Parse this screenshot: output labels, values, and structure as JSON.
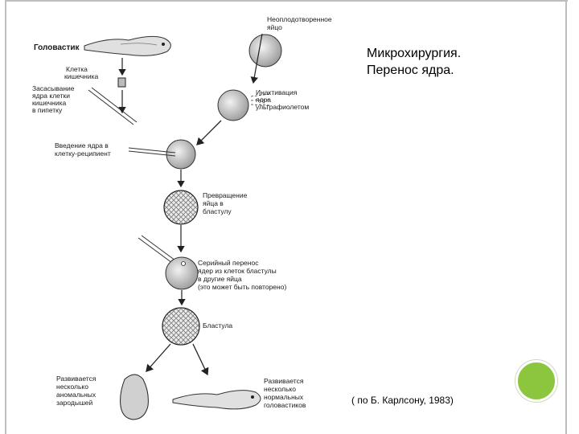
{
  "title": {
    "line1": "Микрохирургия.",
    "line2": "Перенос ядра."
  },
  "citation": "( по Б. Карлсону, 1983)",
  "diagram_labels": {
    "tadpole": "Головастик",
    "unfertilized_egg_1": "Неоплодотворенное",
    "unfertilized_egg_2": "яйцо",
    "gut_cell_1": "Клетка",
    "gut_cell_2": "кишечника",
    "suction_1": "Засасывание",
    "suction_2": "ядра клетки",
    "suction_3": "кишечника",
    "suction_4": "в пипетку",
    "inactivation_1": "Инактивация",
    "inactivation_2": "ядра",
    "inactivation_3": "ультрафиолетом",
    "injection_1": "Введение ядра в",
    "injection_2": "клетку-реципиент",
    "to_blastula_1": "Превращение",
    "to_blastula_2": "яйца в",
    "to_blastula_3": "бластулу",
    "serial_1": "Серийный перенос",
    "serial_2": "ядер из клеток бластулы",
    "serial_3": "в другие яйца",
    "serial_4": "(это может быть повторено)",
    "blastula": "Бластула",
    "abnormal_1": "Развивается",
    "abnormal_2": "несколько",
    "abnormal_3": "аномальных",
    "abnormal_4": "зародышей",
    "normal_1": "Развивается",
    "normal_2": "несколько",
    "normal_3": "нормальных",
    "normal_4": "головастиков"
  }
}
